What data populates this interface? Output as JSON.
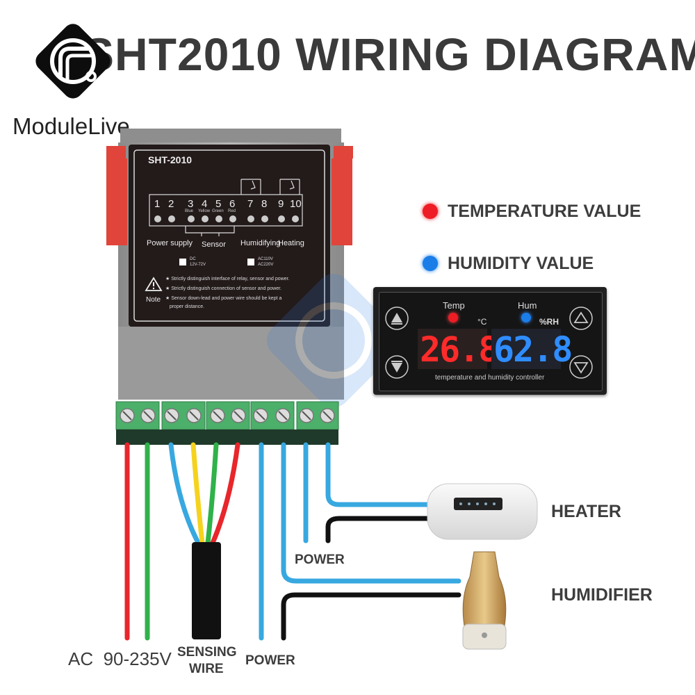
{
  "title": "SHT2010 WIRING DIAGRAM",
  "brand": {
    "part1": "Module",
    "part2": "Live"
  },
  "device": {
    "model": "SHT-2010",
    "terminals": [
      "1",
      "2",
      "3",
      "4",
      "5",
      "6",
      "7",
      "8",
      "9",
      "10"
    ],
    "wire_colors": [
      "Blue",
      "Yellow",
      "Green",
      "Red"
    ],
    "groups": [
      "Power supply",
      "Sensor",
      "Humidifying",
      "Heating"
    ],
    "supply_dc": "DC\n12V-72V",
    "supply_ac": "AC110V\nAC220V",
    "note_label": "Note",
    "notes": [
      "★ Strictly distinguish interface of relay, sensor and power.",
      "★ Strictly distinguish connection of sensor and power.",
      "★ Sensor down-lead and power wire should be kept a",
      "   proper distance."
    ]
  },
  "legend": {
    "temp": {
      "label": "TEMPERATURE VALUE",
      "color": "#ee1c24"
    },
    "hum": {
      "label": "HUMIDITY VALUE",
      "color": "#1a7de8"
    }
  },
  "display": {
    "temp_label": "Temp",
    "hum_label": "Hum",
    "temp_unit": "°C",
    "hum_unit": "%RH",
    "temp_value": "26.8",
    "hum_value": "62.8",
    "caption": "temperature and humidity controller"
  },
  "labels": {
    "heater": "HEATER",
    "humidifier": "HUMIDIFIER",
    "power_mid": "POWER",
    "ac": "AC  90-235V",
    "sensing_1": "SENSING",
    "sensing_2": "WIRE",
    "power_bottom": "POWER"
  },
  "colors": {
    "red_wire": "#e8262b",
    "green_wire": "#2fb24a",
    "blue_wire": "#38a8e0",
    "yellow_wire": "#f5d21e",
    "black_wire": "#111111",
    "terminal_green": "#4caf6a"
  }
}
